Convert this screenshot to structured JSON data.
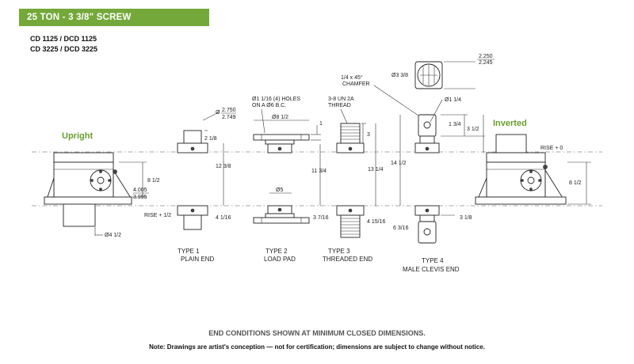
{
  "title": "25 TON - 3 3/8\" SCREW",
  "models": [
    "CD 1125 / DCD 1125",
    "CD 3225 / DCD 3225"
  ],
  "side_labels": {
    "upright": "Upright",
    "inverted": "Inverted"
  },
  "colors": {
    "banner": "#74a83a",
    "label_green": "#6a9e2e"
  },
  "types": [
    {
      "number": "TYPE 1",
      "name": "PLAIN END"
    },
    {
      "number": "TYPE 2",
      "name": "LOAD PAD"
    },
    {
      "number": "TYPE 3",
      "name": "THREADED END"
    },
    {
      "number": "TYPE 4",
      "name": "MALE CLEVIS END"
    }
  ],
  "dims": {
    "plain_dia_max": "2.750",
    "plain_dia_min": "2.749",
    "plain_len": "2 1/8",
    "holes_line1": "Ø1 1/16 (4) HOLES",
    "holes_line2": "ON A Ø6 B.C.",
    "pad_dia": "Ø8 1/2",
    "pad_thk": "1",
    "thread_line1": "3-8 UN 2A",
    "thread_line2": "THREAD",
    "thread_len": "3",
    "chamfer_line1": "1/4 x 45°",
    "chamfer_line2": "CHAMFER",
    "clevis_od": "Ø3 3/8",
    "clevis_w_max": "2.250",
    "clevis_w_min": "2.245",
    "clevis_pin": "Ø1 1/4",
    "clevis_a": "1 3/4",
    "clevis_b": "3 1/2",
    "base_h": "8 1/2",
    "base_dim_max": "4.005",
    "base_dim_min": "3.995",
    "rise_up": "RISE + 1/2",
    "rise_inv": "RISE + 0",
    "tube_dia": "Ø4 1/2",
    "t1_overall": "12 3/8",
    "t1_low": "4 1/16",
    "t2_overall": "11 3/4",
    "t2_bore": "Ø5",
    "t2_low": "3 7/16",
    "t3_overall": "13 1/4",
    "t3_low": "4 15/16",
    "t4_overall": "14 1/2",
    "t4_low": "6 3/16",
    "t4_right": "3 1/8",
    "inv_base": "8 1/2"
  },
  "footer": {
    "main": "END CONDITIONS SHOWN AT MINIMUM CLOSED DIMENSIONS.",
    "note": "Note: Drawings are artist's conception — not for certification; dimensions are subject to change without notice."
  }
}
